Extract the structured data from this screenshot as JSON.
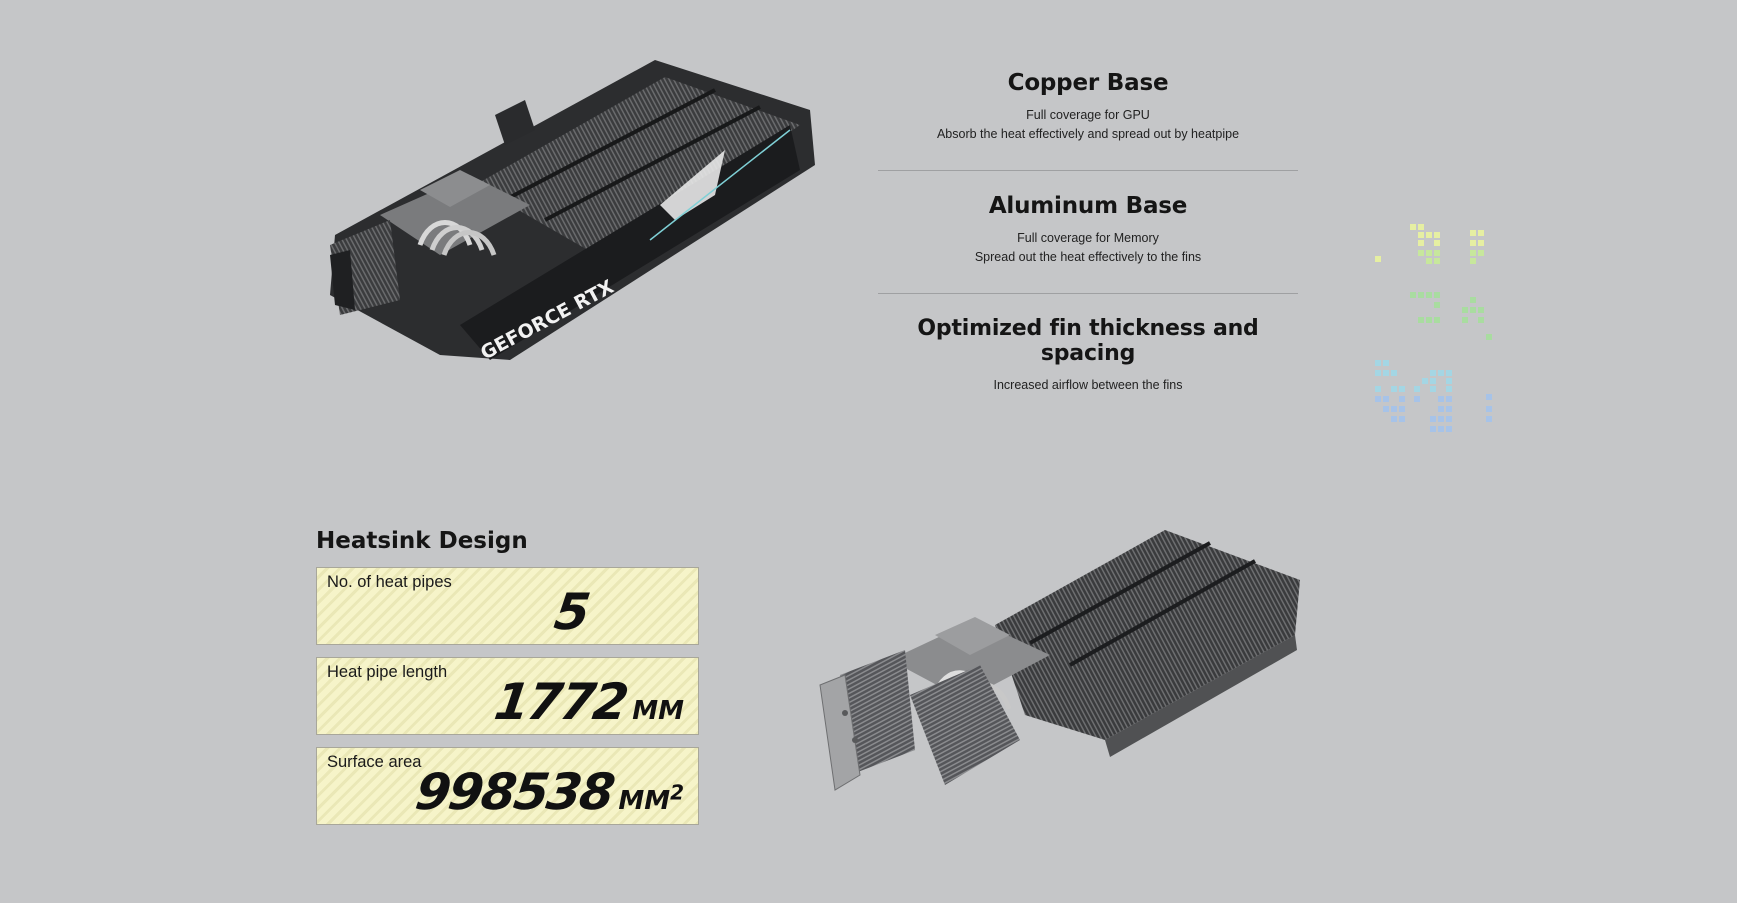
{
  "features": [
    {
      "title": "Copper Base",
      "lines": [
        "Full coverage for GPU",
        "Absorb the heat effectively and spread out by heatpipe"
      ]
    },
    {
      "title": "Aluminum Base",
      "lines": [
        "Full coverage for Memory",
        "Spread out the heat effectively to the fins"
      ]
    },
    {
      "title": "Optimized fin thickness and spacing",
      "lines": [
        "Increased airflow between the fins"
      ]
    }
  ],
  "gpu_branding": "GEFORCE RTX",
  "heatsink": {
    "title": "Heatsink Design",
    "cards": [
      {
        "label": "No. of heat pipes",
        "value": "5",
        "unit": "",
        "sup": ""
      },
      {
        "label": "Heat pipe length",
        "value": "1772",
        "unit": "MM",
        "sup": ""
      },
      {
        "label": "Surface area",
        "value": "998538",
        "unit": "MM",
        "sup": "2"
      }
    ]
  },
  "colors": {
    "background": "#c5c6c8",
    "card_bg": "#f6f4c9",
    "text": "#151515",
    "pixel_yellow": "#e8f0a0",
    "pixel_green": "#a9dca0",
    "pixel_blue": "#9ed0e6"
  },
  "icons": [
    "gpu-render-top",
    "gpu-render-bottom",
    "pixel-logo-graphic"
  ]
}
